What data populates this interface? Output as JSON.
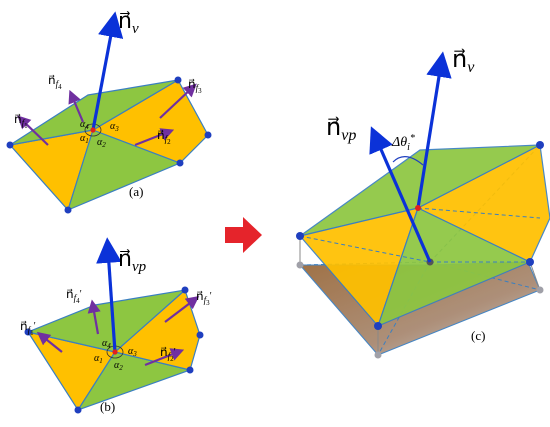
{
  "colors": {
    "orange": "#FFC000",
    "green": "#8DC641",
    "edge": "#3A7FC1",
    "vertex": "#1F3FBF",
    "vertex_shadow": "#A0A0A8",
    "normal": "#0B32D8",
    "face_normal": "#7030A0",
    "red_point": "#E02020",
    "arrow_red": "#E5242B",
    "base_brown": "#9B6A3C"
  },
  "panel_a": {
    "caption": "(a)",
    "nv_label": "n⃗",
    "nv_sub": "v",
    "faces": [
      {
        "base": "n⃗",
        "sub": "f",
        "subsub": "1"
      },
      {
        "base": "n⃗",
        "sub": "f",
        "subsub": "2"
      },
      {
        "base": "n⃗",
        "sub": "f",
        "subsub": "3"
      },
      {
        "base": "n⃗",
        "sub": "f",
        "subsub": "4"
      }
    ],
    "alphas": [
      {
        "base": "α",
        "sub": "1"
      },
      {
        "base": "α",
        "sub": "2"
      },
      {
        "base": "α",
        "sub": "3"
      },
      {
        "base": "α",
        "sub": "4"
      }
    ]
  },
  "panel_b": {
    "caption": "(b)",
    "nvp_label": "n⃗",
    "nvp_sub": "vp",
    "faces": [
      {
        "base": "n⃗",
        "sub": "f",
        "subsub": "1",
        "prime": "′"
      },
      {
        "base": "n⃗",
        "sub": "f",
        "subsub": "2",
        "prime": "′"
      },
      {
        "base": "n⃗",
        "sub": "f",
        "subsub": "3",
        "prime": "′"
      },
      {
        "base": "n⃗",
        "sub": "f",
        "subsub": "4",
        "prime": "′"
      }
    ],
    "alphas": [
      {
        "base": "α",
        "sub": "1"
      },
      {
        "base": "α",
        "sub": "2"
      },
      {
        "base": "α",
        "sub": "3"
      },
      {
        "base": "α",
        "sub": "4"
      }
    ]
  },
  "panel_c": {
    "caption": "(c)",
    "nv_label": "n⃗",
    "nv_sub": "v",
    "nvp_label": "n⃗",
    "nvp_sub": "vp",
    "theta_label": "Δθ",
    "theta_sub": "i",
    "theta_sup": "*"
  }
}
